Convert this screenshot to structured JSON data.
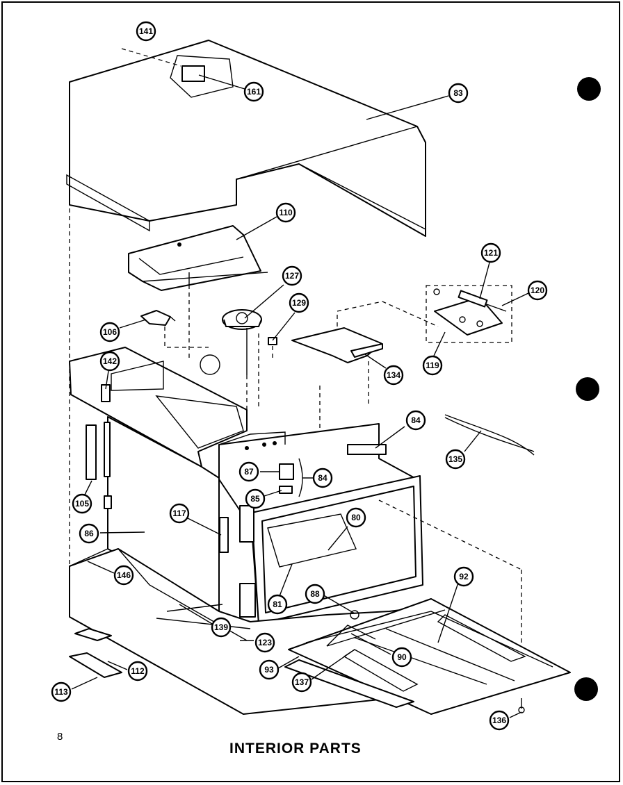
{
  "page": {
    "number": "8",
    "title": "INTERIOR PARTS"
  },
  "callouts": {
    "c141": "141",
    "c161": "161",
    "c83": "83",
    "c110": "110",
    "c121": "121",
    "c127": "127",
    "c120": "120",
    "c129": "129",
    "c106": "106",
    "c142": "142",
    "c119": "119",
    "c134": "134",
    "c84a": "84",
    "c135": "135",
    "c87": "87",
    "c84b": "84",
    "c105": "105",
    "c85": "85",
    "c117": "117",
    "c80": "80",
    "c86": "86",
    "c146": "146",
    "c92": "92",
    "c88": "88",
    "c81": "81",
    "c139": "139",
    "c123": "123",
    "c90": "90",
    "c93": "93",
    "c137": "137",
    "c112": "112",
    "c113": "113",
    "c136": "136"
  },
  "colors": {
    "ink": "#000000",
    "paper": "#ffffff"
  }
}
